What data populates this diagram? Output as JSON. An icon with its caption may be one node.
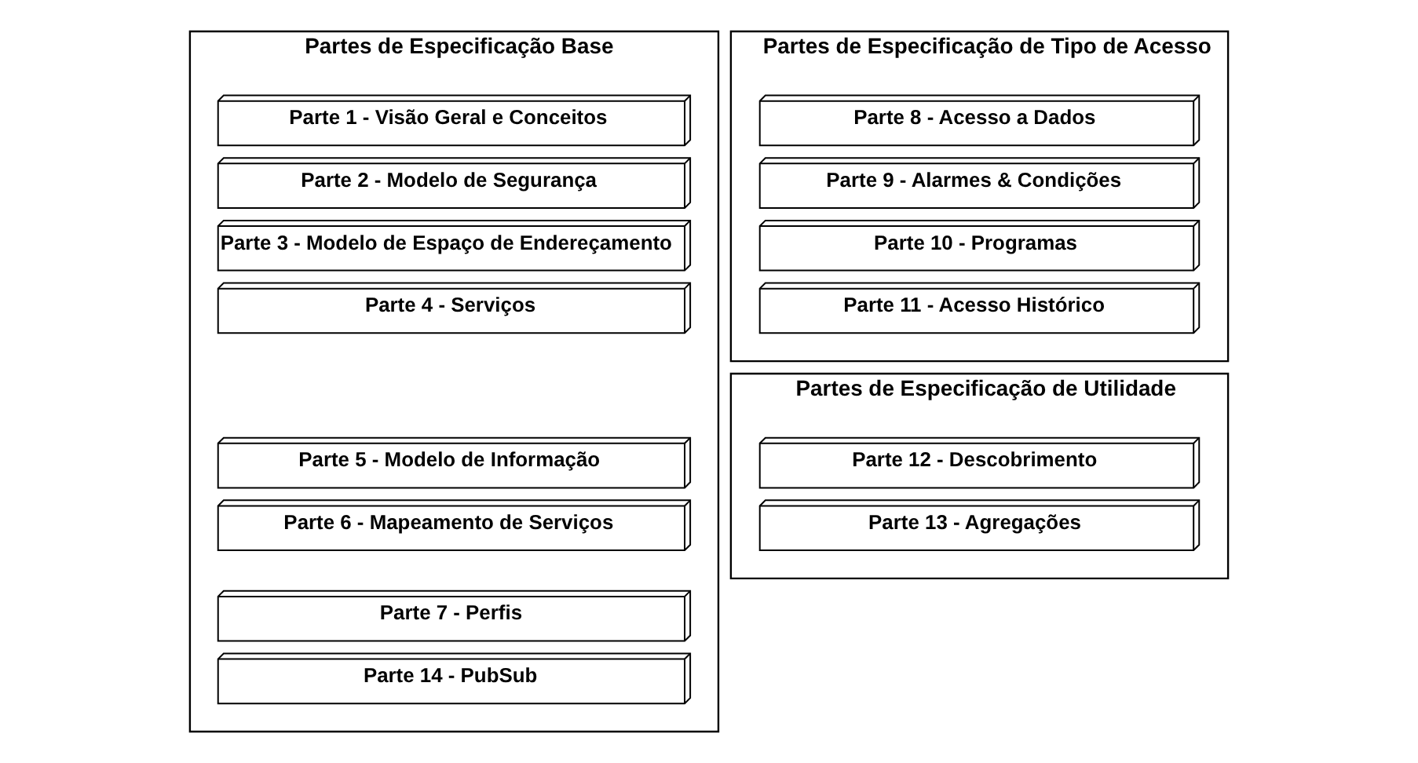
{
  "diagram": {
    "nodes": [
      {
        "text": [
          "Partes de Especificação Base"
        ]
      },
      {
        "text": [
          "Parte 1 - Visão Geral e Conceitos"
        ],
        "in": 0
      },
      {
        "text": [
          "Parte 2 - Modelo de Segurança"
        ],
        "in": 0
      },
      {
        "text": [
          "Parte 3 - Modelo de Espaço de Endereçamento"
        ],
        "in": 0
      },
      {
        "text": [
          "Parte 4 - Serviços"
        ],
        "in": 0
      },
      {
        "text": [
          "Parte 5 - Modelo de Informação"
        ],
        "in": 0
      },
      {
        "text": [
          "Parte 6 - Mapeamento de Serviços"
        ],
        "in": 0
      },
      {
        "text": [
          "Parte 7 - Perfis"
        ],
        "in": 0
      },
      {
        "text": [
          "Parte 14 - PubSub"
        ],
        "in": 0
      },
      {
        "text": [
          "Partes de Especificação de Tipo de Acesso"
        ]
      },
      {
        "text": [
          "Parte 8 - Acesso a Dados"
        ],
        "in": 9
      },
      {
        "text": [
          "Parte 9 - Alarmes & Condições"
        ],
        "in": 9
      },
      {
        "text": [
          "Parte 10 - Programas"
        ],
        "in": 9
      },
      {
        "text": [
          "Parte 11 - Acesso Histórico"
        ],
        "in": 9
      },
      {
        "text": [
          "Partes de Especificação de Utilidade"
        ]
      },
      {
        "text": [
          "Parte 12 - Descobrimento"
        ],
        "in": 14
      },
      {
        "text": [
          "Parte 13 - Agregações"
        ],
        "in": 14
      }
    ],
    "edges": []
  }
}
